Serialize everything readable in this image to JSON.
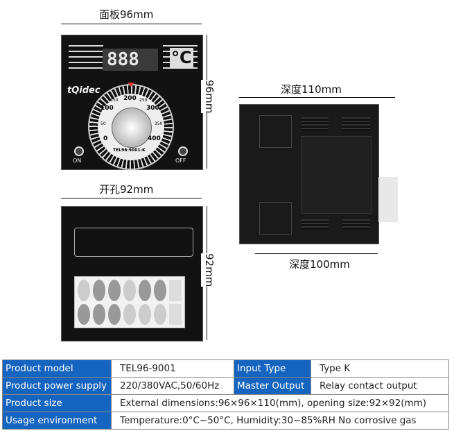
{
  "dimensions": {
    "panel": "面板96mm",
    "height_front": "96mm",
    "depth_110": "深度110mm",
    "depth_100": "深度100mm",
    "cutout": "开孔92mm",
    "height_back": "92mm"
  },
  "front": {
    "brand": "tQidec",
    "display": "888",
    "unit": "°C",
    "model_label": "TEL96-9001-K",
    "dial_labels": [
      "0",
      "50",
      "100",
      "150",
      "200",
      "250",
      "300",
      "350",
      "400"
    ],
    "on_label": "ON",
    "off_label": "OFF"
  },
  "specs": {
    "rows": [
      {
        "label": "Product model",
        "value": "TEL96-9001",
        "label2": "Input Type",
        "value2": "Type K"
      },
      {
        "label": "Product power supply",
        "value": "220/380VAC,50/60Hz",
        "label2": "Master Output",
        "value2": "Relay contact output"
      },
      {
        "label": "Product size",
        "value": "External dimensions:96×96×110(mm), opening size:92×92(mm)"
      },
      {
        "label": "Usage environment",
        "value": "Temperature:0°C~50°C, Humidity:30~85%RH No corrosive gas"
      }
    ]
  },
  "colors": {
    "label_bg": "#1565c0"
  }
}
